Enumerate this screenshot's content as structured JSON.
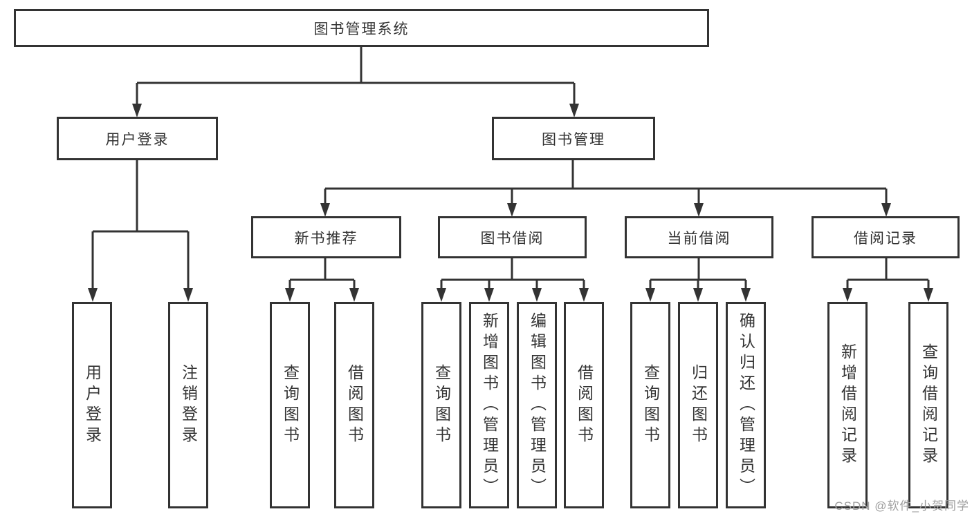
{
  "tree": {
    "label": "图书管理系统",
    "children": [
      {
        "label": "用户登录",
        "children": [
          {
            "label": "用户登录"
          },
          {
            "label": "注销登录"
          }
        ]
      },
      {
        "label": "图书管理",
        "children": [
          {
            "label": "新书推荐",
            "children": [
              {
                "label": "查询图书"
              },
              {
                "label": "借阅图书"
              }
            ]
          },
          {
            "label": "图书借阅",
            "children": [
              {
                "label": "查询图书"
              },
              {
                "label": "新增图书（管理员）"
              },
              {
                "label": "编辑图书（管理员）"
              },
              {
                "label": "借阅图书"
              }
            ]
          },
          {
            "label": "当前借阅",
            "children": [
              {
                "label": "查询图书"
              },
              {
                "label": "归还图书"
              },
              {
                "label": "确认归还（管理员）"
              }
            ]
          },
          {
            "label": "借阅记录",
            "children": [
              {
                "label": "新增借阅记录"
              },
              {
                "label": "查询借阅记录"
              }
            ]
          }
        ]
      }
    ]
  },
  "watermark": "CSDN @软件_小贺同学",
  "colors": {
    "line": "#333333",
    "box_border": "#333333",
    "text": "#333333",
    "watermark": "#9e9e9e",
    "background": "#ffffff"
  }
}
